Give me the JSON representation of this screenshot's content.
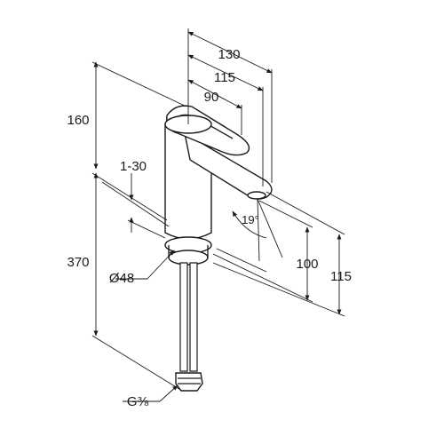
{
  "dimensions": {
    "d130": "130",
    "d115_top": "115",
    "d90": "90",
    "d160": "160",
    "d1_30": "1-30",
    "d370": "370",
    "d_dia48": "Ø48",
    "d19": "19°",
    "d100": "100",
    "d115_right": "115",
    "d_g38": "G⅜"
  }
}
